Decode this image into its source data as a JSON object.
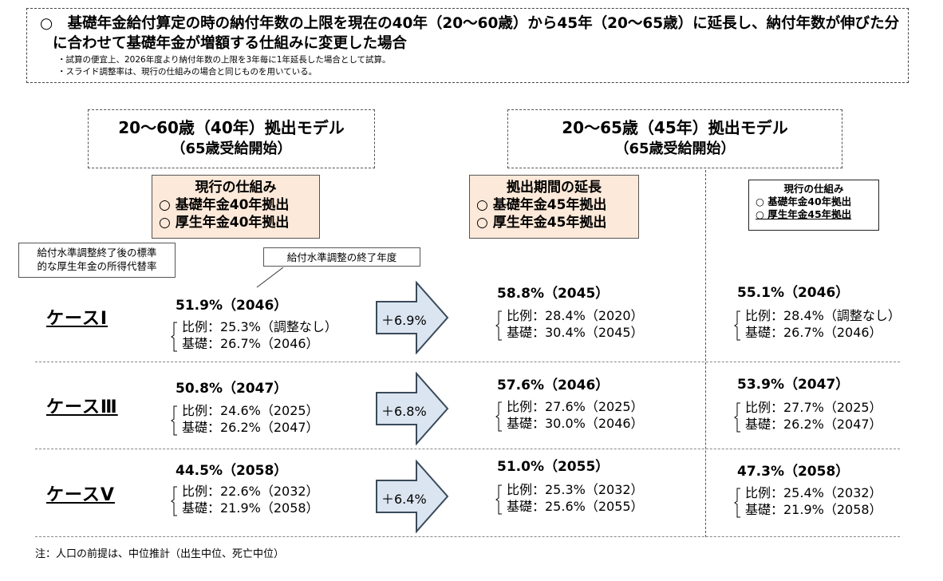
{
  "header": {
    "line1_marker": "○",
    "line1": "基礎年金給付算定の時の納付年数の上限を現在の40年（20～60歳）から45年（20～65歳）に延長し、納付年数が伸びた分",
    "line2": "に合わせて基礎年金が増額する仕組みに変更した場合",
    "note1": "・試算の便宜上、2026年度より納付年数の上限を3年毎に1年延長した場合として試算。",
    "note2": "・スライド調整率は、現行の仕組みの場合と同じものを用いている。"
  },
  "model_left": {
    "title": "20～60歳（40年）拠出モデル",
    "subtitle": "（65歳受給開始）"
  },
  "model_right": {
    "title": "20～65歳（45年）拠出モデル",
    "subtitle": "（65歳受給開始）"
  },
  "mech_current": {
    "title": "現行の仕組み",
    "line1": "○ 基礎年金40年拠出",
    "line2": "○ 厚生年金40年拠出"
  },
  "mech_extend": {
    "title": "拠出期間の延長",
    "line1": "○ 基礎年金45年拠出",
    "line2": "○ 厚生年金45年拠出"
  },
  "mech_current_small": {
    "title": "現行の仕組み",
    "line1": "○ 基礎年金40年拠出",
    "line2": "○ 厚生年金45年拠出"
  },
  "callout_rate": {
    "line1": "給付水準調整終了後の標準",
    "line2": "的な厚生年金の所得代替率"
  },
  "callout_year": {
    "text": "給付水準調整の終了年度"
  },
  "cases": [
    {
      "label": "ケースⅠ",
      "left": {
        "main": "51.9%（2046）",
        "prop": "比例：25.3%（調整なし）",
        "basic": "基礎：26.7%（2046）"
      },
      "increase": "＋6.9%",
      "mid": {
        "main": "58.8%（2045）",
        "prop": "比例：28.4%（2020）",
        "basic": "基礎：30.4%（2045）"
      },
      "right": {
        "main": "55.1%（2046）",
        "prop": "比例：28.4%（調整なし）",
        "basic": "基礎：26.7%（2046）"
      }
    },
    {
      "label": "ケースⅢ",
      "left": {
        "main": "50.8%（2047）",
        "prop": "比例：24.6%（2025）",
        "basic": "基礎：26.2%（2047）"
      },
      "increase": "＋6.8%",
      "mid": {
        "main": "57.6%（2046）",
        "prop": "比例：27.6%（2025）",
        "basic": "基礎：30.0%（2046）"
      },
      "right": {
        "main": "53.9%（2047）",
        "prop": "比例：27.7%（2025）",
        "basic": "基礎：26.2%（2047）"
      }
    },
    {
      "label": "ケースⅤ",
      "left": {
        "main": "44.5%（2058）",
        "prop": "比例：22.6%（2032）",
        "basic": "基礎：21.9%（2058）"
      },
      "increase": "＋6.4%",
      "mid": {
        "main": "51.0%（2055）",
        "prop": "比例：25.3%（2032）",
        "basic": "基礎：25.6%（2055）"
      },
      "right": {
        "main": "47.3%（2058）",
        "prop": "比例：25.4%（2032）",
        "basic": "基礎：21.9%（2058）"
      }
    }
  ],
  "footnote": "注：人口の前提は、中位推計（出生中位、死亡中位）"
}
